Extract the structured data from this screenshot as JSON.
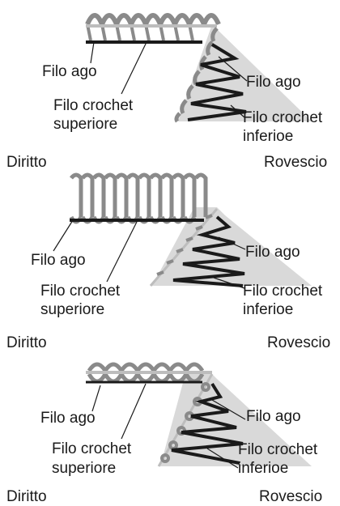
{
  "panels": [
    {
      "needle_thread_left": "Filo ago",
      "upper_looper_thread": [
        "Filo crochet",
        "superiore"
      ],
      "needle_thread_right": "Filo ago",
      "lower_looper_thread": [
        "Filo crochet",
        "inferioe"
      ],
      "front_side": "Diritto",
      "back_side": "Rovescio"
    },
    {
      "needle_thread_left": "Filo ago",
      "upper_looper_thread": [
        "Filo crochet",
        "superiore"
      ],
      "needle_thread_right": "Filo ago",
      "lower_looper_thread": [
        "Filo crochet",
        "inferioe"
      ],
      "front_side": "Diritto",
      "back_side": "Rovescio"
    },
    {
      "needle_thread_left": "Filo ago",
      "upper_looper_thread": [
        "Filo crochet",
        "superiore"
      ],
      "needle_thread_right": "Filo ago",
      "lower_looper_thread": [
        "Filo crochet",
        "inferioe"
      ],
      "front_side": "Diritto",
      "back_side": "Rovescio"
    }
  ],
  "colors": {
    "fabric": "#d9d9d9",
    "thread_light": "#bdbdbd",
    "thread_dark": "#1a1a1a",
    "line": "#1a1a1a"
  }
}
